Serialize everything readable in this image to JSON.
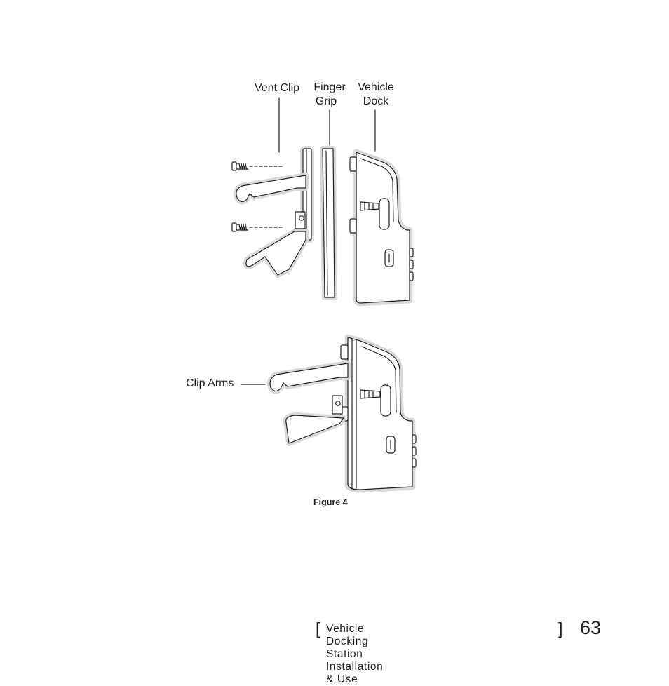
{
  "labels": {
    "vent_clip": "Vent Clip",
    "finger_grip_line1": "Finger",
    "finger_grip_line2": "Grip",
    "vehicle_dock_line1": "Vehicle",
    "vehicle_dock_line2": "Dock",
    "clip_arms": "Clip Arms"
  },
  "caption": "Figure 4",
  "footer": {
    "open_bracket": "[",
    "title": "Vehicle Docking Station Installation & Use",
    "close_bracket": "]",
    "page_number": "63"
  },
  "colors": {
    "line": "#231f20",
    "halo": "#d9d9d9",
    "fill": "#ffffff"
  }
}
